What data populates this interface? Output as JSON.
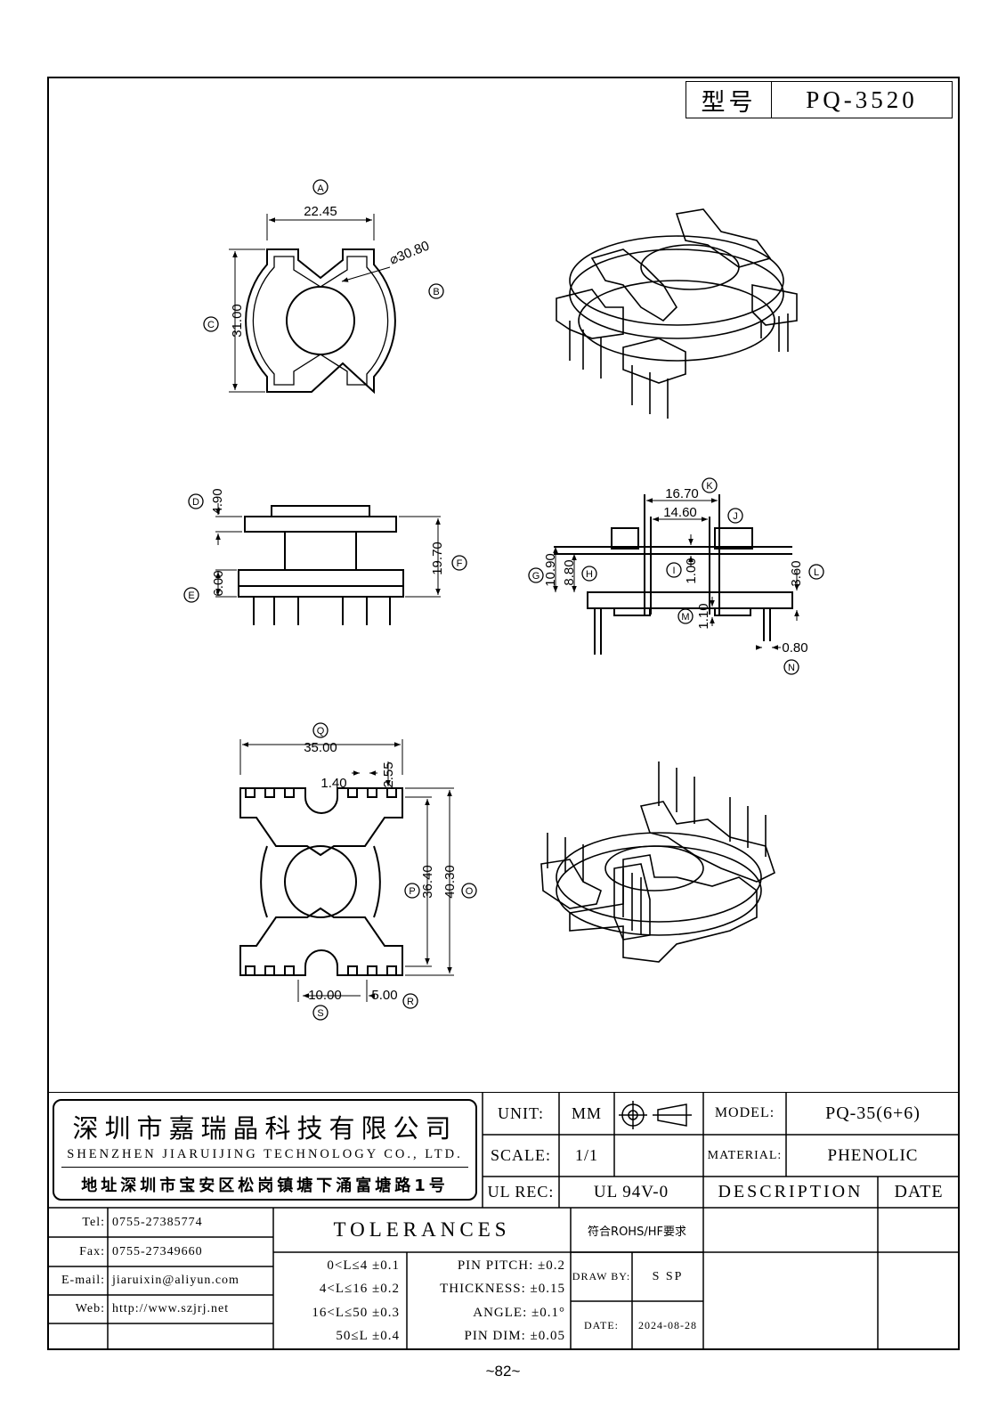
{
  "header": {
    "label": "型号",
    "value": "PQ-3520"
  },
  "views": {
    "top": {
      "ref_a": "A",
      "dim_a": "22.45",
      "ref_b": "B",
      "dim_b": "⌀30.80",
      "ref_c": "C",
      "dim_c": "31.00"
    },
    "side": {
      "ref_d": "D",
      "dim_d": "4.90",
      "ref_e": "E",
      "dim_e": "6.00",
      "ref_f": "F",
      "dim_f": "19.70"
    },
    "section": {
      "ref_k": "K",
      "dim_k": "16.70",
      "ref_j": "J",
      "dim_j": "14.60",
      "ref_g": "G",
      "dim_g": "10.90",
      "ref_h": "H",
      "dim_h": "8.80",
      "ref_i": "I",
      "dim_i": "1.00",
      "ref_l": "L",
      "dim_l": "3.60",
      "ref_m": "M",
      "dim_m": "1.10",
      "ref_n": "N",
      "dim_n": "0.80"
    },
    "bottom": {
      "ref_q": "Q",
      "dim_q": "35.00",
      "dim_140": "1.40",
      "dim_255": "2.55",
      "ref_p": "P",
      "dim_p": "36.40",
      "ref_o": "O",
      "dim_o": "40.30",
      "ref_s": "S",
      "dim_s": "10.00",
      "ref_r": "R",
      "dim_r": "5.00"
    }
  },
  "company": {
    "name_cn": "深圳市嘉瑞晶科技有限公司",
    "name_en": "SHENZHEN JIARUIJING TECHNOLOGY CO., LTD.",
    "address": "地址深圳市宝安区松岗镇塘下涌富塘路1号"
  },
  "specs": {
    "unit_label": "UNIT:",
    "unit_value": "MM",
    "scale_label": "SCALE:",
    "scale_value": "1/1",
    "model_label": "MODEL:",
    "model_value": "PQ-35(6+6)",
    "material_label": "MATERIAL:",
    "material_value": "PHENOLIC",
    "ul_label": "UL REC:",
    "ul_value": "UL 94V-0",
    "description_label": "DESCRIPTION",
    "date_label": "DATE"
  },
  "contact": {
    "tel_label": "Tel:",
    "tel": "0755-27385774",
    "fax_label": "Fax:",
    "fax": "0755-27349660",
    "email_label": "E-mail:",
    "email": "jiaruixin@aliyun.com",
    "web_label": "Web:",
    "web": "http://www.szjrj.net"
  },
  "tolerances": {
    "title": "TOLERANCES",
    "ranges": [
      "0<L≤4  ±0.1",
      "4<L≤16  ±0.2",
      "16<L≤50  ±0.3",
      "50≤L  ±0.4"
    ],
    "others": [
      "PIN PITCH: ±0.2",
      "THICKNESS: ±0.15",
      "ANGLE: ±0.1°",
      "PIN DIM: ±0.05"
    ]
  },
  "approval": {
    "rohs": "符合ROHS/HF要求",
    "draw_by_label": "DRAW BY:",
    "draw_by": "S SP",
    "date_label": "DATE:",
    "date": "2024-08-28"
  },
  "page_number": "~82~"
}
